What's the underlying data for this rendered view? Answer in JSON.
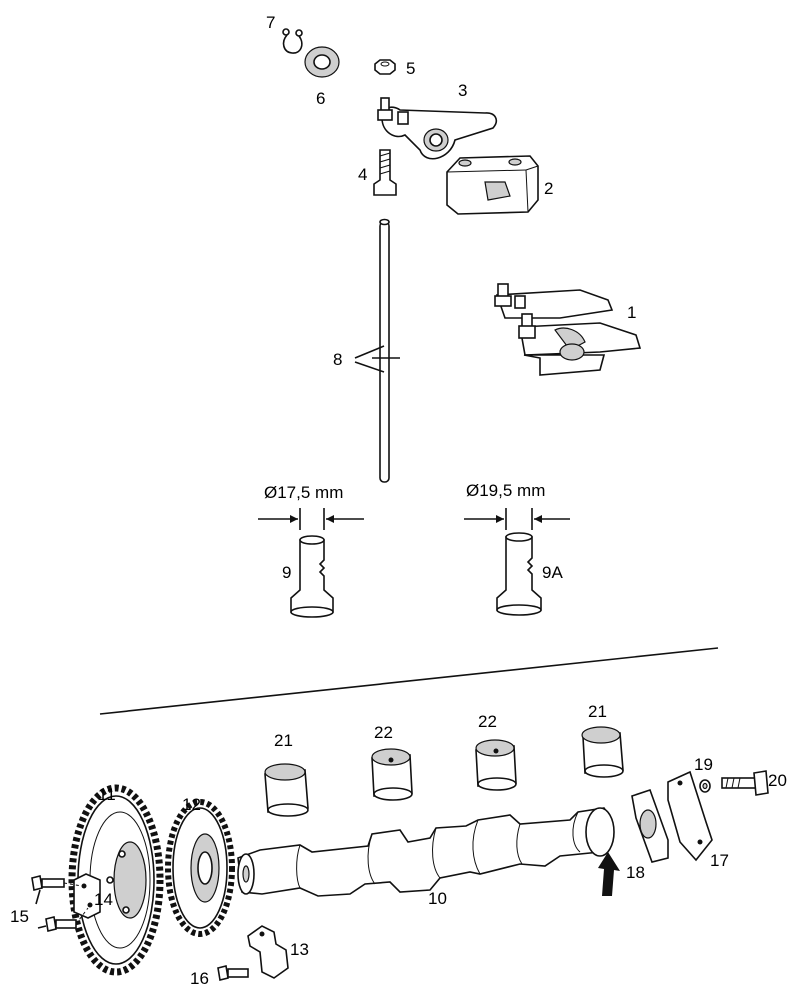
{
  "callouts": {
    "n1": "1",
    "n2": "2",
    "n3": "3",
    "n4": "4",
    "n5": "5",
    "n6": "6",
    "n7": "7",
    "n8": "8",
    "n9": "9",
    "n9a": "9A",
    "n10": "10",
    "n11": "11",
    "n12": "12",
    "n13": "13",
    "n14": "14",
    "n15": "15",
    "n16": "16",
    "n17": "17",
    "n18": "18",
    "n19": "19",
    "n20": "20",
    "n21a": "21",
    "n21b": "21",
    "n22a": "22",
    "n22b": "22"
  },
  "dimensions": {
    "tappet_small": "Ø17,5 mm",
    "tappet_large": "Ø19,5 mm"
  }
}
